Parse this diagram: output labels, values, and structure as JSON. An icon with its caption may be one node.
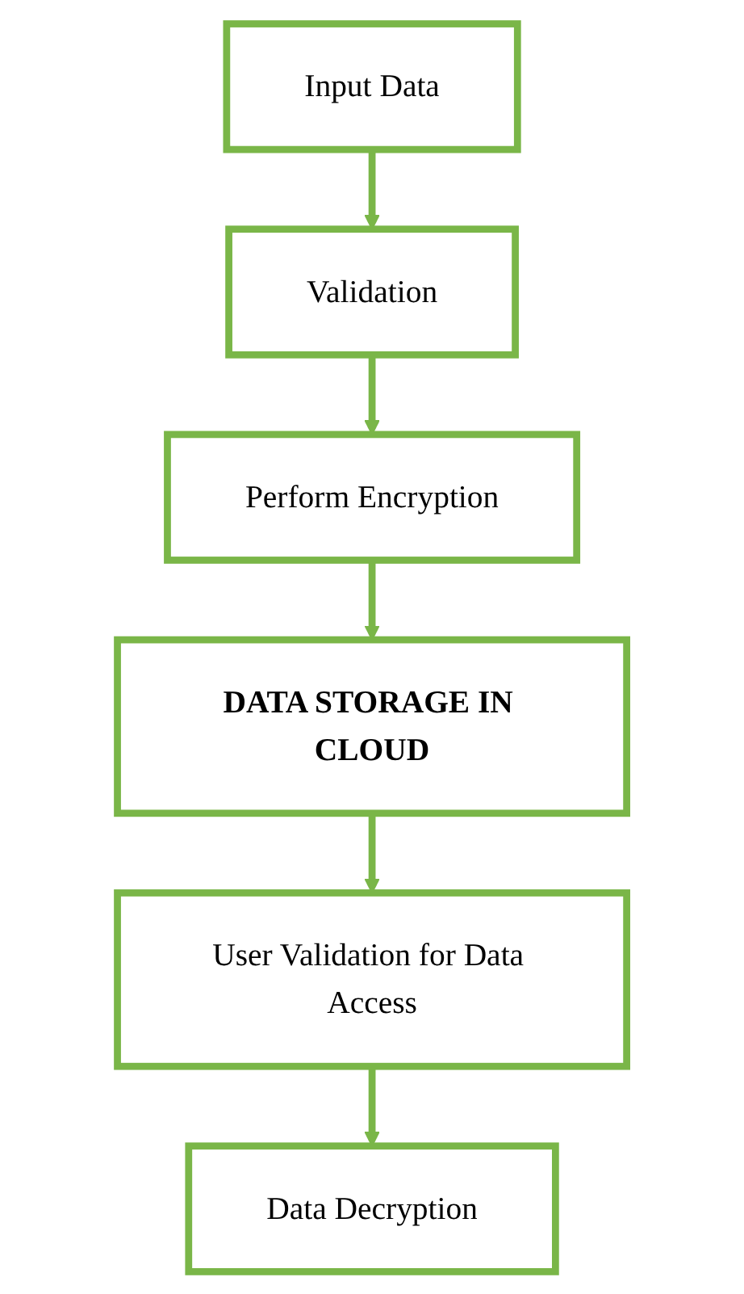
{
  "diagram": {
    "nodes": [
      {
        "text": [
          "Input Data"
        ]
      },
      {
        "text": [
          "Validation"
        ]
      },
      {
        "text": [
          "Perform Encryption"
        ]
      },
      {
        "text": [
          "DATA STORAGE IN CLOUD"
        ]
      },
      {
        "text": [
          "User Validation for Data Access"
        ]
      },
      {
        "text": [
          "Data Decryption"
        ]
      }
    ],
    "edges": [
      {
        "from": 0,
        "to": 1,
        "arrow": "to"
      },
      {
        "from": 1,
        "to": 2,
        "arrow": "to"
      },
      {
        "from": 2,
        "to": 3,
        "arrow": "to"
      },
      {
        "from": 3,
        "to": 4,
        "arrow": "to"
      },
      {
        "from": 4,
        "to": 5,
        "arrow": "to"
      }
    ]
  }
}
